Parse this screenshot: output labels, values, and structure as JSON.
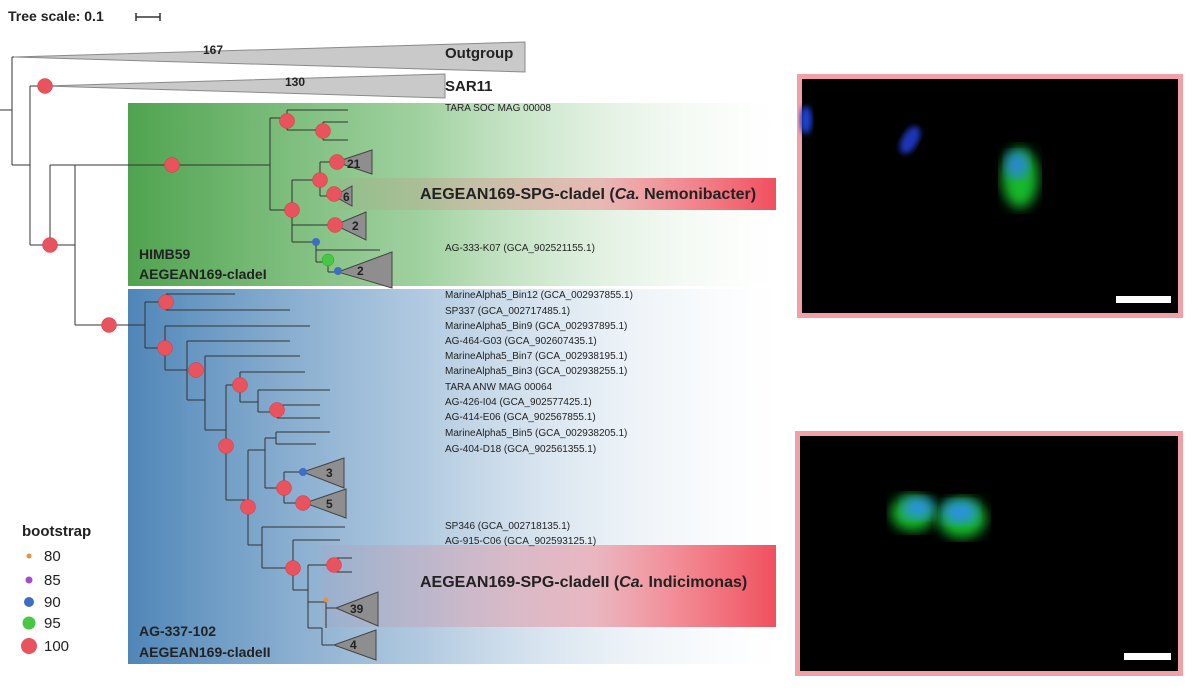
{
  "scale": {
    "label": "Tree scale: 0.1"
  },
  "clades": {
    "outgroup": {
      "name": "Outgroup",
      "count": "167"
    },
    "sar11": {
      "name": "SAR11",
      "count": "130"
    },
    "clade1": {
      "line1": "HIMB59",
      "line2": "AEGEAN169-cladeI"
    },
    "clade2": {
      "line1": "AG-337-102",
      "line2": "AEGEAN169-cladeII"
    }
  },
  "spg": {
    "clade1": {
      "prefix": "AEGEAN169-SPG-cladeI (",
      "ital": "Ca.",
      "suffix": " Nemonibacter)"
    },
    "clade2": {
      "prefix": "AEGEAN169-SPG-cladeII (",
      "ital": "Ca.",
      "suffix": " Indicimonas)"
    }
  },
  "collapsed": [
    "21",
    "6",
    "2",
    "2",
    "3",
    "5",
    "39",
    "4"
  ],
  "leaves_clade1": [
    "TARA SOC MAG 00008",
    "AG-333-K07 (GCA_902521155.1)"
  ],
  "leaves_clade2": [
    "MarineAlpha5_Bin12 (GCA_002937855.1)",
    "SP337 (GCA_002717485.1)",
    "MarineAlpha5_Bin9 (GCA_002937895.1)",
    "AG-464-G03 (GCA_902607435.1)",
    "MarineAlpha5_Bin7 (GCA_002938195.1)",
    "MarineAlpha5_Bin3 (GCA_002938255.1)",
    "TARA ANW MAG 00064",
    "AG-426-I04 (GCA_902577425.1)",
    "AG-414-E06 (GCA_902567855.1)",
    "MarineAlpha5_Bin5 (GCA_002938205.1)",
    "AG-404-D18 (GCA_902561355.1)",
    "SP346 (GCA_002718135.1)",
    "AG-915-C06 (GCA_902593125.1)"
  ],
  "legend": {
    "title": "bootstrap",
    "items": [
      {
        "label": "80",
        "color": "#e8913a"
      },
      {
        "label": "85",
        "color": "#a64bc9"
      },
      {
        "label": "90",
        "color": "#3d6ec4"
      },
      {
        "label": "95",
        "color": "#48c744"
      },
      {
        "label": "100",
        "color": "#e8535d"
      }
    ]
  },
  "colors": {
    "clade1_band": "#4fa34f",
    "clade2_band": "#4f86b8",
    "spg_highlight": "#f0505e",
    "image_frame": "#f2a0a8",
    "node_100": "#e8535d",
    "node_95": "#48c744",
    "node_90": "#3d6ec4",
    "node_80": "#e8913a"
  }
}
